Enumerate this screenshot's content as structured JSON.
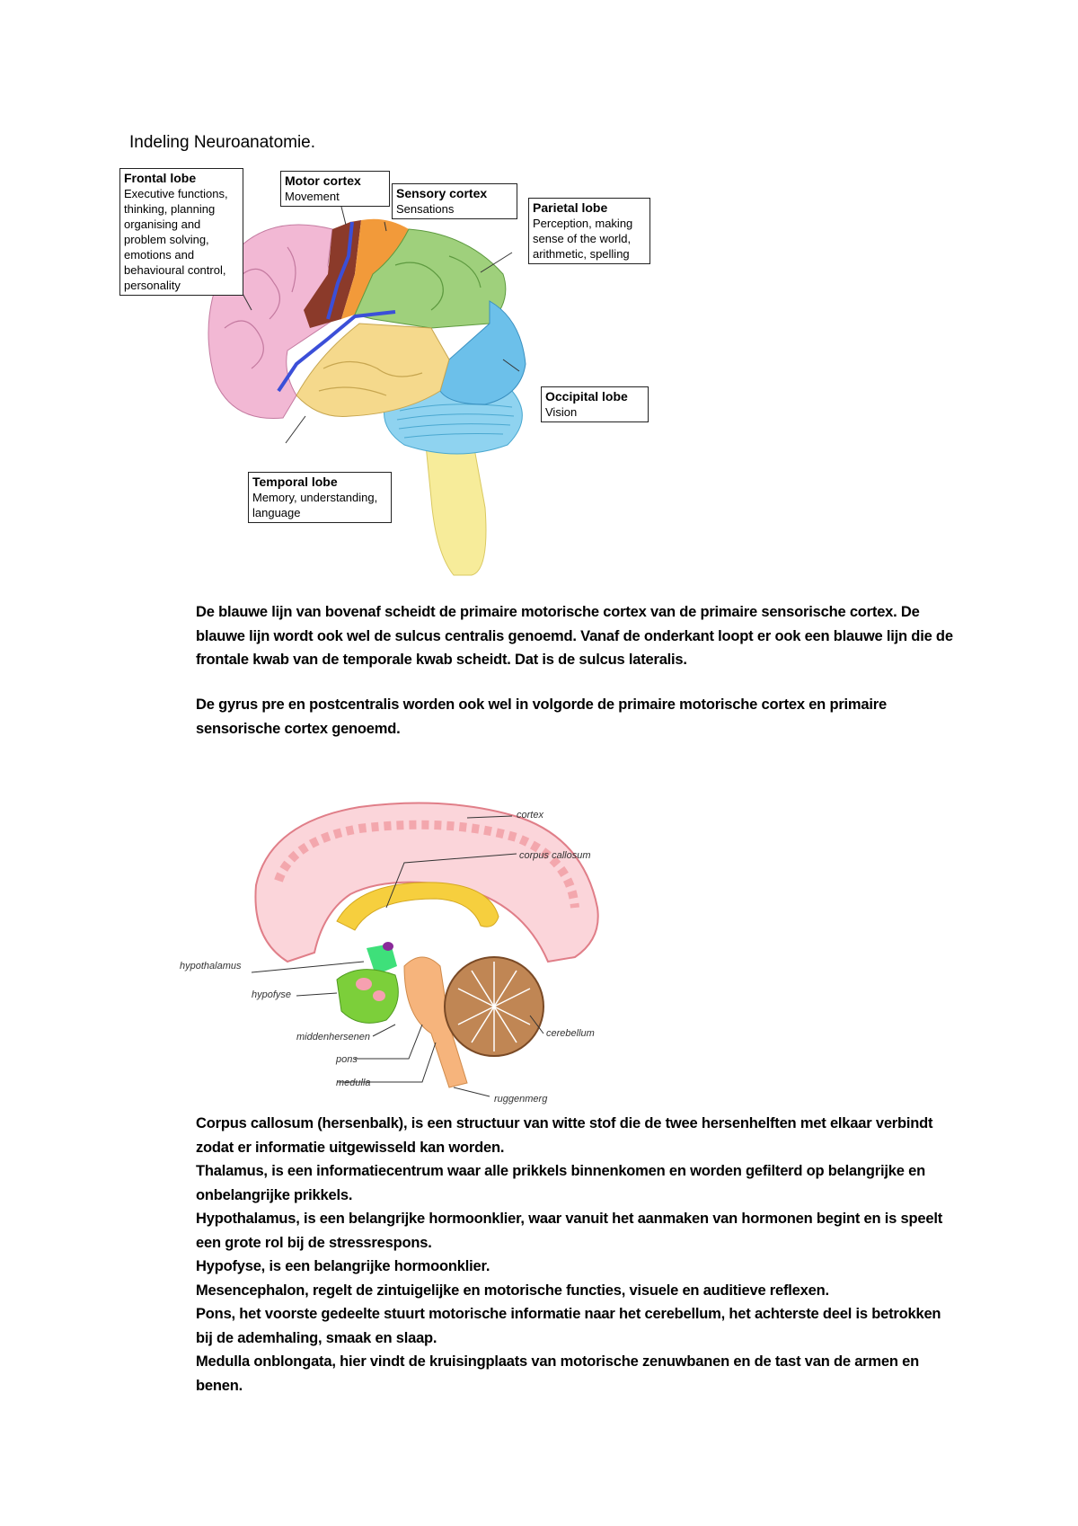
{
  "title": "Indeling Neuroanatomie.",
  "lobes_figure": {
    "callouts": [
      {
        "id": "frontal",
        "title": "Frontal lobe",
        "desc": "Executive functions,\nthinking, planning\norganising and\nproblem solving,\nemotions and\nbehavioural control,\npersonality"
      },
      {
        "id": "motor",
        "title": "Motor cortex",
        "desc": "Movement"
      },
      {
        "id": "sensory",
        "title": "Sensory cortex",
        "desc": "Sensations"
      },
      {
        "id": "parietal",
        "title": "Parietal lobe",
        "desc": "Perception, making\nsense of the world,\narithmetic, spelling"
      },
      {
        "id": "occipital",
        "title": "Occipital lobe",
        "desc": "Vision"
      },
      {
        "id": "temporal",
        "title": "Temporal lobe",
        "desc": "Memory, understanding,\nlanguage"
      }
    ],
    "colors": {
      "frontal": "#f2b8d4",
      "motor": "#8b3a2a",
      "sensory": "#f29a3a",
      "parietal": "#9fd07c",
      "occipital": "#6cc0ea",
      "temporal": "#f5d98c",
      "cerebellum": "#8fd3f0",
      "brainstem": "#f7ec9a",
      "sulcus": "#3b4fd8"
    }
  },
  "paragraph_sulcus": "De blauwe lijn van bovenaf scheidt de primaire motorische cortex van de primaire sensorische cortex. De blauwe lijn wordt ook wel de sulcus centralis genoemd. Vanaf de onderkant loopt er ook een blauwe lijn die de frontale kwab van de temporale kwab scheidt. Dat is de sulcus lateralis.",
  "paragraph_gyrus": "De gyrus pre en postcentralis worden ook wel in volgorde de primaire motorische cortex en primaire sensorische cortex genoemd.",
  "sagittal_figure": {
    "labels": {
      "cortex": "cortex",
      "corpus_callosum": "corpus callosum",
      "hypothalamus": "hypothalamus",
      "hypofyse": "hypofyse",
      "cerebellum": "cerebellum",
      "middenhersenen": "middenhersenen",
      "pons": "pons",
      "medulla": "medulla",
      "ruggenmerg": "ruggenmerg"
    },
    "colors": {
      "cortex": "#f3a7ad",
      "cortex_fill": "#fbd5da",
      "corpus_callosum": "#f6cf3e",
      "hypothalamus": "#3ee07a",
      "midbrain": "#7ccf3a",
      "brainstem": "#f6b47c",
      "cerebellum": "#a0653c"
    }
  },
  "definitions": [
    "Corpus callosum (hersenbalk), is een structuur van witte stof die de twee hersenhelften met elkaar verbindt zodat er informatie uitgewisseld kan worden.",
    "Thalamus, is een informatiecentrum waar alle prikkels binnenkomen en worden gefilterd op belangrijke en onbelangrijke prikkels.",
    "Hypothalamus, is een belangrijke hormoonklier, waar vanuit het aanmaken van hormonen begint en is speelt een grote rol bij de stressrespons.",
    "Hypofyse, is een belangrijke hormoonklier.",
    "Mesencephalon, regelt de zintuigelijke en motorische functies, visuele en auditieve reflexen.",
    "Pons, het voorste gedeelte stuurt motorische informatie naar het cerebellum, het achterste deel is betrokken bij de ademhaling, smaak en slaap.",
    "Medulla onblongata, hier vindt de kruisingplaats van motorische zenuwbanen en de tast van de armen en benen."
  ]
}
